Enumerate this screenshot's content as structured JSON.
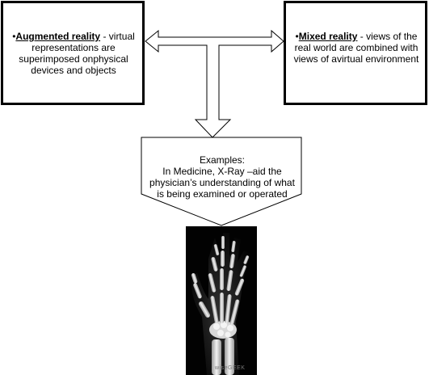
{
  "left_box": {
    "bullet": "•",
    "term": "Augmented reality",
    "text": " - virtual representations are superimposed onphysical devices and objects"
  },
  "right_box": {
    "bullet": "•",
    "term": "Mixed reality",
    "text": " - views of the real world are combined with views of avirtual environment"
  },
  "callout": {
    "heading": "Examples:",
    "line1": "In Medicine, X-Ray –aid the",
    "line2": "physician’s understanding of what",
    "line3": "is being examined or operated"
  },
  "image": {
    "subject": "hand-xray",
    "watermark": "wiseGEEK"
  }
}
